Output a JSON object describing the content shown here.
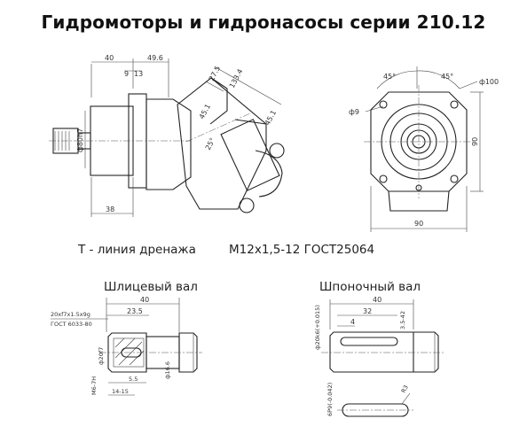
{
  "title": "Гидромоторы и гидронасосы серии 210.12",
  "labels": {
    "drain": "Т - линия дренажа",
    "thread": "М12х1,5-12 ГОСТ25064",
    "splined_shaft": "Шлицевый вал",
    "keyed_shaft": "Шпоночный вал"
  },
  "side_view_dims": {
    "d40": "40",
    "d9": "9",
    "d13": "13",
    "d49_6": "49.6",
    "d133_4": "133.4",
    "d27_5": "27.5",
    "d45_1a": "45.1",
    "d45_1b": "45.1",
    "d25": "25°",
    "d80h7": "ф80h7",
    "d38": "38"
  },
  "front_view_dims": {
    "ang_left": "45°",
    "ang_right": "45°",
    "d100": "ф100",
    "d9": "ф9",
    "d90v": "90",
    "d90h": "90"
  },
  "spline_dims": {
    "d40": "40",
    "d23_5": "23.5",
    "spec": "20хf7х1.5х9g",
    "gost": "ГОСТ 6033-80",
    "d20h": "ф20f7",
    "d16_6": "ф16.6",
    "m6": "М6-7Н",
    "d5_5": "5.5",
    "d14": "14-15"
  },
  "key_dims": {
    "d40": "40",
    "d32": "32",
    "d4": "4",
    "d3_5": "3.5-42",
    "d20k6": "ф20k6(+0.015)",
    "d6p9": "6P9(-0.042)",
    "r3": "R3"
  }
}
